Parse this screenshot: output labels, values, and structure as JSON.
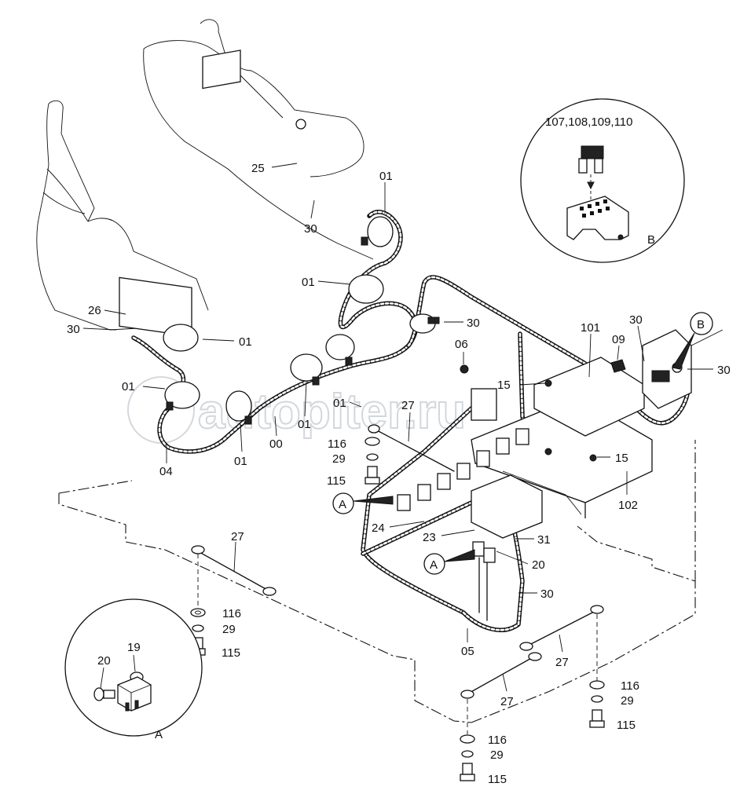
{
  "watermark": "autopiter.ru",
  "detail_a": {
    "letter": "A"
  },
  "detail_b": {
    "letter": "B",
    "title": "107,108,109,110"
  },
  "callouts": [
    {
      "id": "c-25",
      "text": "25"
    },
    {
      "id": "c-01a",
      "text": "01"
    },
    {
      "id": "c-30a",
      "text": "30"
    },
    {
      "id": "c-01b",
      "text": "01"
    },
    {
      "id": "c-26",
      "text": "26"
    },
    {
      "id": "c-30b",
      "text": "30"
    },
    {
      "id": "c-01c",
      "text": "01"
    },
    {
      "id": "c-30c",
      "text": "30"
    },
    {
      "id": "c-06",
      "text": "06"
    },
    {
      "id": "c-101",
      "text": "101"
    },
    {
      "id": "c-30d",
      "text": "30"
    },
    {
      "id": "c-09",
      "text": "09"
    },
    {
      "id": "c-30e",
      "text": "30"
    },
    {
      "id": "c-01d",
      "text": "01"
    },
    {
      "id": "c-15a",
      "text": "15"
    },
    {
      "id": "c-01e",
      "text": "01"
    },
    {
      "id": "c-27a",
      "text": "27"
    },
    {
      "id": "c-01f",
      "text": "01"
    },
    {
      "id": "c-00",
      "text": "00"
    },
    {
      "id": "c-01g",
      "text": "01"
    },
    {
      "id": "c-04",
      "text": "04"
    },
    {
      "id": "c-116a",
      "text": "116"
    },
    {
      "id": "c-29a",
      "text": "29"
    },
    {
      "id": "c-115a",
      "text": "115"
    },
    {
      "id": "c-15b",
      "text": "15"
    },
    {
      "id": "c-102",
      "text": "102"
    },
    {
      "id": "c-24",
      "text": "24"
    },
    {
      "id": "c-23",
      "text": "23"
    },
    {
      "id": "c-31",
      "text": "31"
    },
    {
      "id": "c-20a",
      "text": "20"
    },
    {
      "id": "c-30f",
      "text": "30"
    },
    {
      "id": "c-27b",
      "text": "27"
    },
    {
      "id": "c-116b",
      "text": "116"
    },
    {
      "id": "c-29b",
      "text": "29"
    },
    {
      "id": "c-115b",
      "text": "115"
    },
    {
      "id": "c-05",
      "text": "05"
    },
    {
      "id": "c-27c",
      "text": "27"
    },
    {
      "id": "c-116c",
      "text": "116"
    },
    {
      "id": "c-29c",
      "text": "29"
    },
    {
      "id": "c-115c",
      "text": "115"
    },
    {
      "id": "c-27d",
      "text": "27"
    },
    {
      "id": "c-116d",
      "text": "116"
    },
    {
      "id": "c-29d",
      "text": "29"
    },
    {
      "id": "c-115d",
      "text": "115"
    },
    {
      "id": "c-19",
      "text": "19"
    },
    {
      "id": "c-20b",
      "text": "20"
    }
  ],
  "connector_refs": [
    {
      "id": "ref-a1",
      "text": "A"
    },
    {
      "id": "ref-a2",
      "text": "A"
    },
    {
      "id": "ref-b",
      "text": "B"
    }
  ]
}
